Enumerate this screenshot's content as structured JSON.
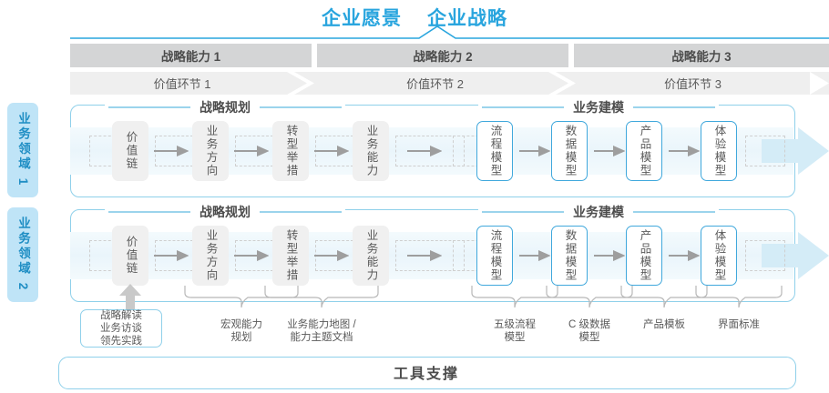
{
  "header": {
    "vision_title": "企业愿景",
    "strategy_title": "企业战略",
    "accent_color": "#29A5DE"
  },
  "capability_bar": {
    "items": [
      {
        "label": "战略能力 1"
      },
      {
        "label": "战略能力 2"
      },
      {
        "label": "战略能力 3"
      }
    ],
    "bg_color": "#d4d5d6"
  },
  "value_bar": {
    "items": [
      {
        "label": "价值环节 1"
      },
      {
        "label": "价值环节 2"
      },
      {
        "label": "价值环节 3"
      }
    ],
    "bg_color": "#efefef"
  },
  "domains": [
    {
      "label": "业务领域 1"
    },
    {
      "label": "业务领域 2"
    }
  ],
  "sections": {
    "planning_title": "战略规划",
    "modeling_title": "业务建模"
  },
  "nodes": {
    "planning": [
      {
        "label": "价值链",
        "style": "gray"
      },
      {
        "label": "业务方向",
        "style": "gray"
      },
      {
        "label": "转型举措",
        "style": "gray"
      },
      {
        "label": "业务能力",
        "style": "gray"
      }
    ],
    "modeling": [
      {
        "label": "流程模型",
        "style": "blue"
      },
      {
        "label": "数据模型",
        "style": "blue"
      },
      {
        "label": "产品模型",
        "style": "blue"
      },
      {
        "label": "体验模型",
        "style": "blue"
      }
    ]
  },
  "tools": {
    "boxed": {
      "line1": "战略解读",
      "line2": "业务访谈",
      "line3": "领先实践"
    },
    "labels": [
      {
        "line1": "宏观能力",
        "line2": "规划"
      },
      {
        "line1": "业务能力地图 /",
        "line2": "能力主题文档"
      },
      {
        "line1": "五级流程",
        "line2": "模型"
      },
      {
        "line1": "C 级数据",
        "line2": "模型"
      },
      {
        "line1": "产品模板",
        "line2": ""
      },
      {
        "line1": "界面标准",
        "line2": ""
      }
    ]
  },
  "support": {
    "title": "工具支撑"
  }
}
